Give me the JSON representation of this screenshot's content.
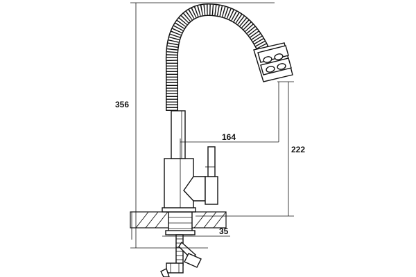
{
  "dimensions": {
    "total_height": "356",
    "reach": "164",
    "spout_height": "222",
    "base_diameter": "35"
  }
}
